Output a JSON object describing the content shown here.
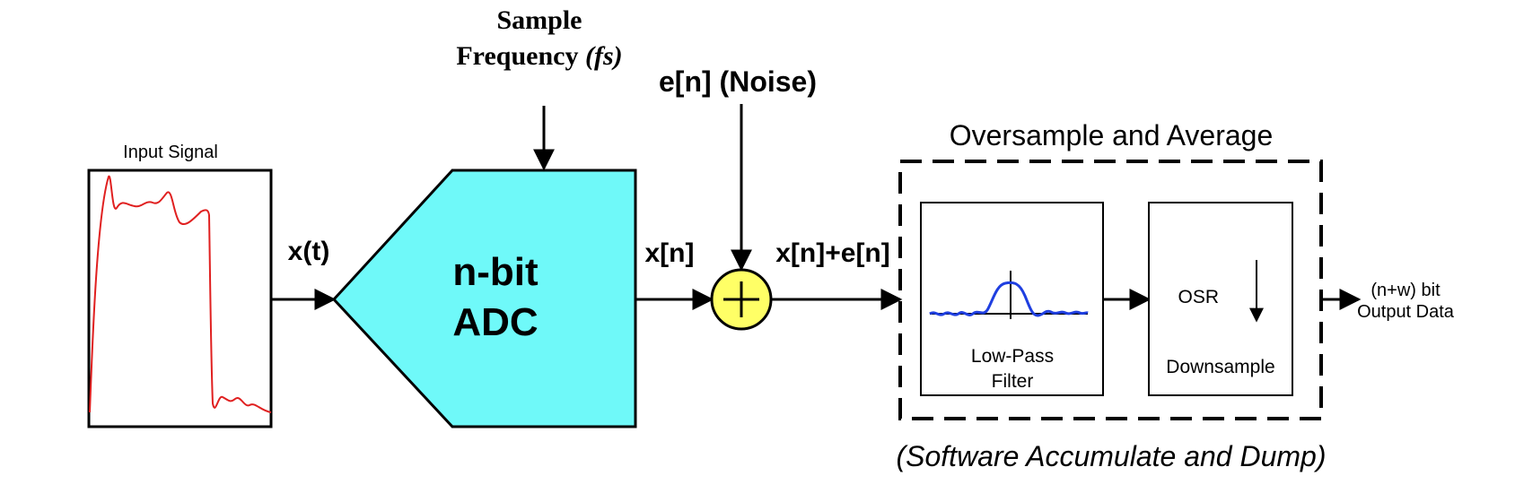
{
  "header": {
    "sample_line1": "Sample",
    "sample_line2": "Frequency ",
    "sample_fs": "(fs)",
    "noise": "e[n] (Noise)",
    "oversample_title": "Oversample and Average"
  },
  "blocks": {
    "input_signal": "Input Signal",
    "adc_line1": "n-bit",
    "adc_line2": "ADC",
    "lpf_line1": "Low-Pass",
    "lpf_line2": "Filter",
    "downsample": "Downsample",
    "osr": "OSR"
  },
  "signals": {
    "xt": "x(t)",
    "xn": "x[n]",
    "xn_en": "x[n]+e[n]",
    "output_line1": "(n+w) bit",
    "output_line2": "Output Data"
  },
  "footer": {
    "caption": "(Software Accumulate and Dump)"
  },
  "colors": {
    "adc_fill": "#6ff9f9",
    "adder_fill": "#ffff66",
    "signal_curve": "#e02020",
    "filter_curve": "#1f3fe0",
    "stroke": "#000000"
  }
}
